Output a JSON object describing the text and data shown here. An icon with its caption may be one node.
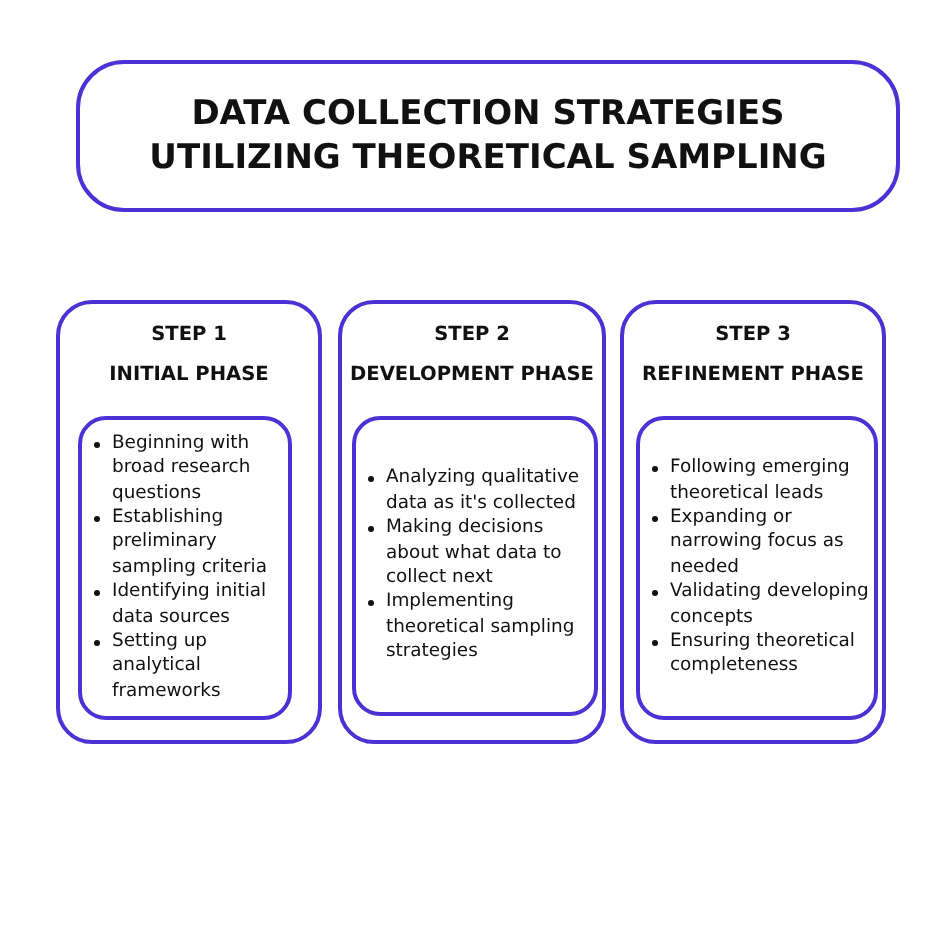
{
  "diagram": {
    "nodes": [
      {
        "text": [
          "DATA COLLECTION STRATEGIES UTILIZING THEORETICAL SAMPLING"
        ]
      },
      {
        "text": [
          "STEP 1",
          "INITIAL PHASE"
        ]
      },
      {
        "text": [
          "Beginning with broad research questions",
          "Establishing preliminary sampling criteria",
          "Identifying initial data sources",
          "Setting up analytical frameworks"
        ],
        "in": 1
      },
      {
        "text": [
          "STEP 2",
          "DEVELOPMENT PHASE"
        ]
      },
      {
        "text": [
          "Analyzing qualitative data as it's collected",
          "Making decisions about what data to collect next",
          "Implementing theoretical sampling strategies"
        ],
        "in": 3
      },
      {
        "text": [
          "STEP 3",
          "REFINEMENT PHASE"
        ]
      },
      {
        "text": [
          "Following emerging theoretical leads",
          "Expanding or narrowing focus as needed",
          "Validating developing concepts",
          "Ensuring theoretical completeness"
        ],
        "in": 5
      }
    ],
    "edges": []
  }
}
